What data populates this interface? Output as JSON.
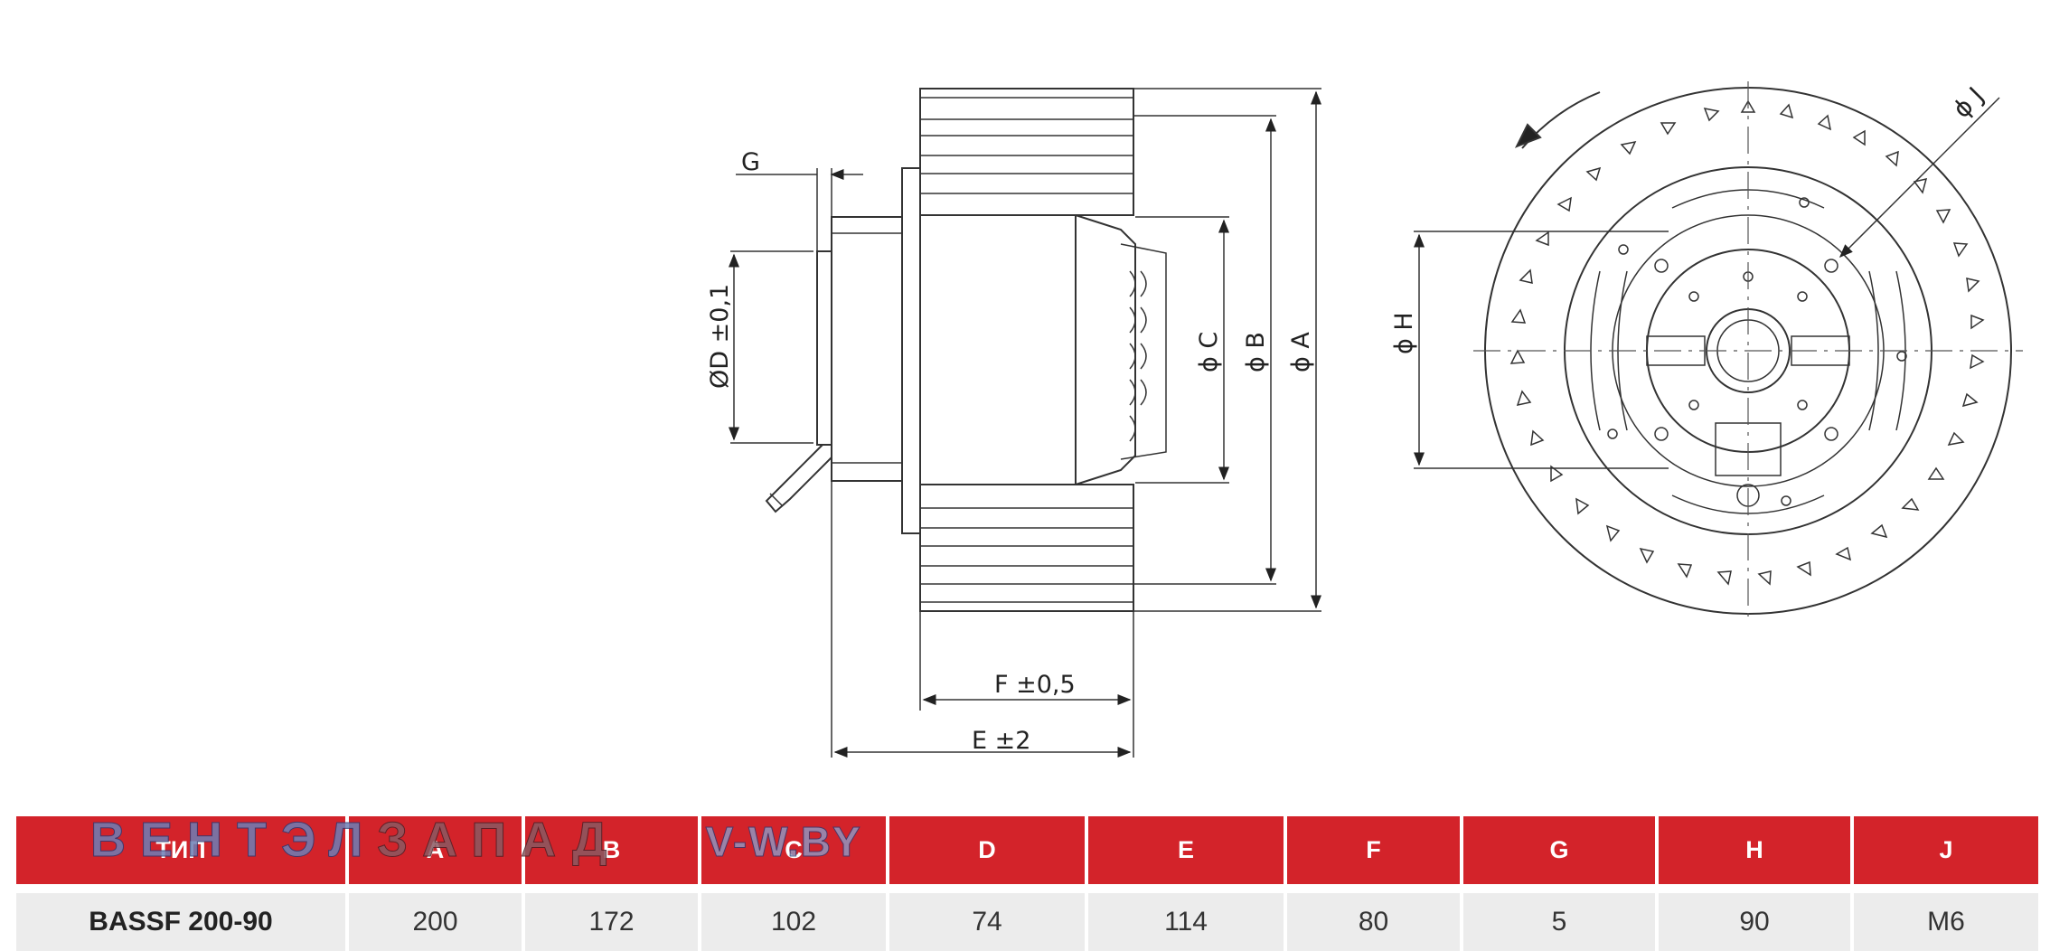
{
  "drawing": {
    "side_view": {
      "dim_g": "G",
      "dim_d": "ØD ±0,1",
      "dim_c": "ϕ C",
      "dim_b": "ϕ B",
      "dim_a": "ϕ A",
      "dim_f": "F ±0,5",
      "dim_e": "E ±2"
    },
    "front_view": {
      "dim_h": "ϕ H",
      "dim_j": "ϕ J"
    }
  },
  "table": {
    "headers": [
      "ТИП",
      "A",
      "B",
      "C",
      "D",
      "E",
      "F",
      "G",
      "H",
      "J"
    ],
    "rows": [
      [
        "BASSF 200-90",
        "200",
        "172",
        "102",
        "74",
        "114",
        "80",
        "5",
        "90",
        "M6"
      ]
    ]
  },
  "watermark": {
    "part1": "ВЕНТЭЛ",
    "part2": "ЗАПАД",
    "part3": "V-W.BY"
  },
  "colors": {
    "header_bg": "#d3232a",
    "row_bg": "#ececec"
  }
}
